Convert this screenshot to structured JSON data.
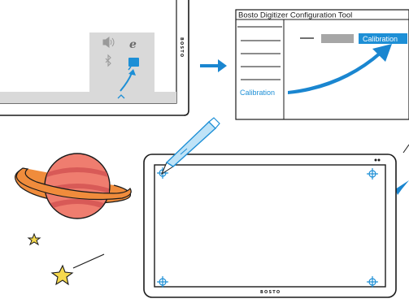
{
  "monitor": {
    "brand": "BOSTO",
    "tray_icons": [
      "volume-icon",
      "ie-icon",
      "bluetooth-icon",
      "tablet-driver-icon",
      "chevron-up-icon"
    ]
  },
  "config_window": {
    "title": "Bosto Digitizer Configuration Tool",
    "menu_item": "Calibration",
    "button_label": "Calibration"
  },
  "tablet": {
    "brand": "BOSTO"
  },
  "colors": {
    "accent": "#1d8fd6",
    "arrow": "#1a86d0",
    "tray_bg": "#d9d9d9",
    "planet": "#ef7d6f",
    "planet_stripe": "#d85a57",
    "ring": "#f08c3c",
    "star": "#f6d94d",
    "outline": "#1a1a1a"
  }
}
